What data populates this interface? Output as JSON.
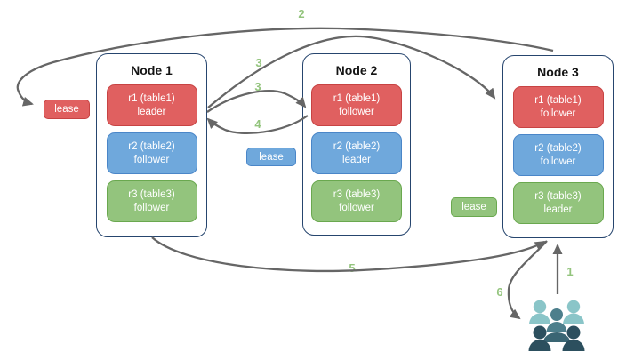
{
  "nodes": [
    {
      "title": "Node 1",
      "replicas": [
        {
          "line1": "r1 (table1)",
          "line2": "leader",
          "color": "red"
        },
        {
          "line1": "r2 (table2)",
          "line2": "follower",
          "color": "blue"
        },
        {
          "line1": "r3 (table3)",
          "line2": "follower",
          "color": "green"
        }
      ]
    },
    {
      "title": "Node 2",
      "replicas": [
        {
          "line1": "r1 (table1)",
          "line2": "follower",
          "color": "red"
        },
        {
          "line1": "r2 (table2)",
          "line2": "leader",
          "color": "blue"
        },
        {
          "line1": "r3 (table3)",
          "line2": "follower",
          "color": "green"
        }
      ]
    },
    {
      "title": "Node 3",
      "replicas": [
        {
          "line1": "r1 (table1)",
          "line2": "follower",
          "color": "red"
        },
        {
          "line1": "r2 (table2)",
          "line2": "follower",
          "color": "blue"
        },
        {
          "line1": "r3 (table3)",
          "line2": "leader",
          "color": "green"
        }
      ]
    }
  ],
  "leases": [
    {
      "label": "lease",
      "color": "red",
      "attached_to": "node1-r1-leader"
    },
    {
      "label": "lease",
      "color": "blue",
      "attached_to": "node2-r2-leader"
    },
    {
      "label": "lease",
      "color": "green",
      "attached_to": "node3-r3-leader"
    }
  ],
  "steps": [
    {
      "text": "1",
      "meaning": "client request to Node 3"
    },
    {
      "text": "2",
      "meaning": "Node 3 routes to leaseholder on Node 1"
    },
    {
      "text": "3",
      "meaning": "leader replicates to Node 3 follower"
    },
    {
      "text": "3",
      "meaning": "leader replicates to Node 2 follower"
    },
    {
      "text": "4",
      "meaning": "follower acknowledges leader"
    },
    {
      "text": "5",
      "meaning": "Node 1 responds to Node 3"
    },
    {
      "text": "6",
      "meaning": "Node 3 responds to clients"
    }
  ],
  "icons": {
    "clients": "people-group-icon"
  },
  "colors": {
    "replica_red": "#e06060",
    "replica_blue": "#6fa8dc",
    "replica_green": "#93c47d",
    "node_border": "#26456e",
    "arrow": "#666666",
    "step_label": "#93c47d",
    "people_light": "#8ac5c8",
    "people_mid": "#4d7f8c",
    "people_dark": "#2c4f5e"
  }
}
